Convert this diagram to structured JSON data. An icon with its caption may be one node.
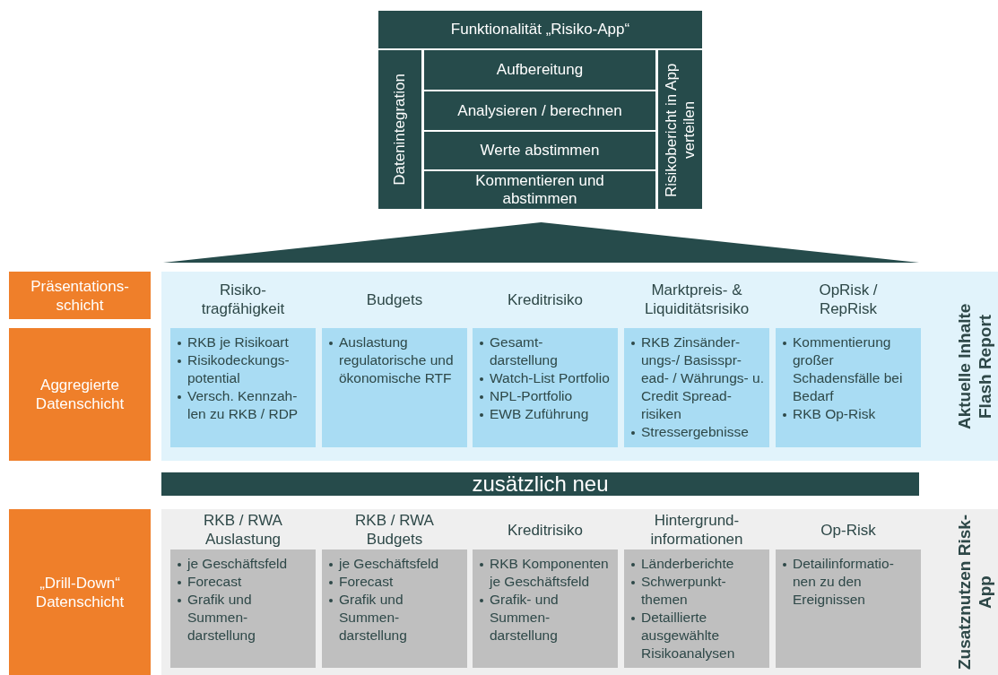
{
  "diagram": {
    "nodes": [
      {
        "text": [
          "Funktionalität „Risiko-App“"
        ]
      },
      {
        "text": [
          "Datenintegration"
        ]
      },
      {
        "text": [
          "Aufbereitung"
        ]
      },
      {
        "text": [
          "Analysieren / berechnen"
        ]
      },
      {
        "text": [
          "Werte abstimmen"
        ]
      },
      {
        "text": [
          "Kommentieren und abstimmen"
        ]
      },
      {
        "text": [
          "Risikobericht in App verteilen"
        ]
      },
      {
        "text": [],
        "shape": "triangle"
      },
      {
        "text": [
          "Präsentations- schicht"
        ]
      },
      {
        "text": [
          "Aggregierte Datenschicht"
        ]
      },
      {
        "text": [
          "„Drill-Down“ Datenschicht"
        ]
      },
      {
        "text": [
          "Aktuelle Inhalte Flash Report"
        ]
      },
      {
        "text": [
          "Risiko- tragfähigkeit",
          "RKB je Risikoart",
          "Risikodeckungs- potential",
          "Versch. Kennzah- len zu RKB / RDP"
        ],
        "in": 11
      },
      {
        "text": [
          "Budgets",
          "Auslastung regulatorische und ökonomische RTF"
        ],
        "in": 11
      },
      {
        "text": [
          "Kreditrisiko",
          "Gesamt- darstellung",
          "Watch-List Portfolio",
          "NPL-Portfolio",
          "EWB Zuführung"
        ],
        "in": 11
      },
      {
        "text": [
          "Marktpreis- & Liquiditätsrisiko",
          "RKB Zinsänder- ungs-/ Basisspr- ead- / Währungs- u. Credit Spread- risiken",
          "Stressergebnisse"
        ],
        "in": 11
      },
      {
        "text": [
          "OpRisk / RepRisk",
          "Kommentierung großer Schadensfälle bei Bedarf",
          "RKB Op-Risk"
        ],
        "in": 11
      },
      {
        "text": [
          "zusätzlich neu"
        ]
      },
      {
        "text": [
          "Zusatznutzen Risk-App"
        ]
      },
      {
        "text": [
          "RKB / RWA Auslastung",
          "je Geschäftsfeld",
          "Forecast",
          "Grafik und Summen- darstellung"
        ],
        "in": 18
      },
      {
        "text": [
          "RKB / RWA Budgets",
          "je Geschäftsfeld",
          "Forecast",
          "Grafik und Summen- darstellung"
        ],
        "in": 18
      },
      {
        "text": [
          "Kreditrisiko",
          "RKB Komponenten je Geschäftsfeld",
          "Grafik- und Summen- darstellung"
        ],
        "in": 18
      },
      {
        "text": [
          "Hintergrund- informationen",
          "Länderberichte",
          "Schwerpunkt- themen",
          "Detaillierte ausgewählte Risikoanalysen"
        ],
        "in": 18
      },
      {
        "text": [
          "Op-Risk",
          "Detailinformatio- nen zu den Ereignissen"
        ],
        "in": 18
      }
    ]
  }
}
